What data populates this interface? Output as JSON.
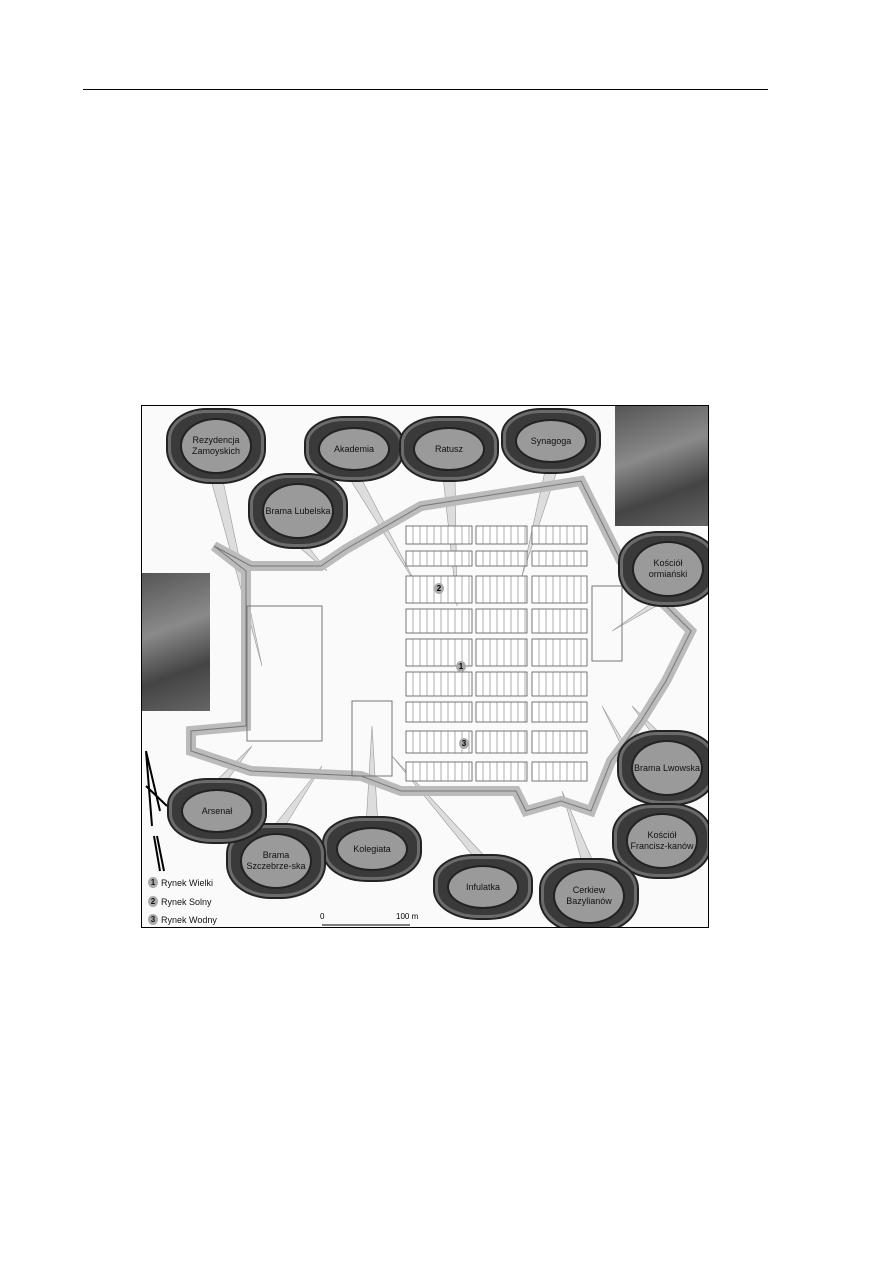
{
  "map": {
    "labels": {
      "rezydencja": "Rezydencja Zamoyskich",
      "akademia": "Akademia",
      "ratusz": "Ratusz",
      "synagoga": "Synagoga",
      "brama_lubelska": "Brama Lubelska",
      "kosciol_ormianski": "Kościół ormiański",
      "brama_lwowska": "Brama Lwowska",
      "kosciol_franciszkanow": "Kościół Francisz-kanów",
      "cerkiew": "Cerkiew Bazylianów",
      "infulatka": "Infulatka",
      "kolegiata": "Kolegiata",
      "brama_szczebrzeska": "Brama Szczebrze-ska",
      "arsenal": "Arsenał"
    },
    "markets": [
      {
        "num": "1",
        "name": "Rynek Wielki"
      },
      {
        "num": "2",
        "name": "Rynek Solny"
      },
      {
        "num": "3",
        "name": "Rynek Wodny"
      }
    ],
    "scale": {
      "start": "0",
      "end": "100 m"
    }
  }
}
